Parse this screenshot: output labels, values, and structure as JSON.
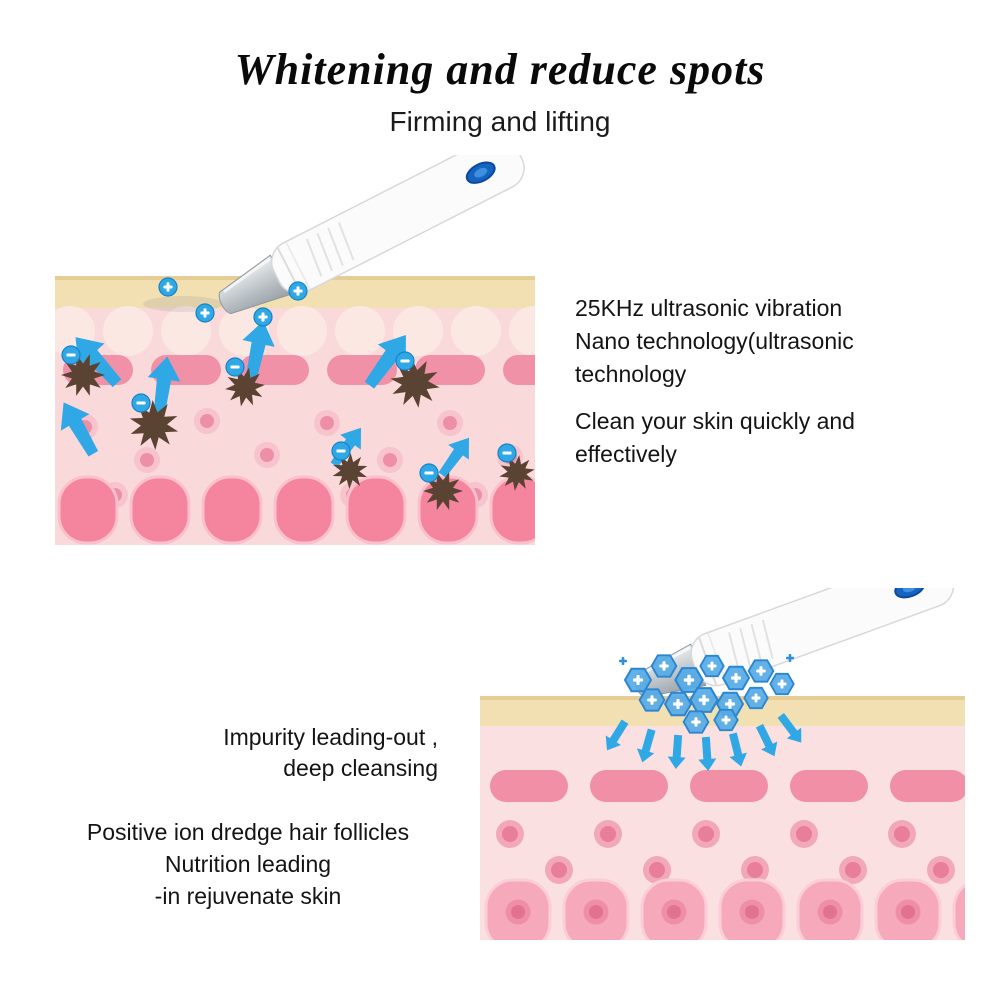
{
  "header": {
    "title": "Whitening and reduce spots",
    "subtitle": "Firming and lifting"
  },
  "top_section": {
    "caption_para1": [
      "25KHz ultrasonic vibration",
      "Nano technology(ultrasonic",
      "technology"
    ],
    "caption_para2": [
      "Clean your skin quickly and",
      "effectively"
    ]
  },
  "bottom_section": {
    "caption_para1": [
      "Impurity leading-out ,",
      "deep cleansing"
    ],
    "caption_para2": [
      "Positive ion dredge hair follicles",
      "Nutrition leading",
      "-in rejuvenate skin"
    ]
  },
  "icons": {
    "negative_ion": "−",
    "positive_ion": "+",
    "up_arrow": "↑",
    "down_arrow": "↓"
  },
  "colors": {
    "arrow_blue": "#2FA8E5",
    "ion_hex_blue": "#55AAE7",
    "impurity_brown": "#5A4332",
    "skin_surface_cream": "#F2DFB2",
    "skin_pink": "#FAD9DB",
    "capsule_pink": "#F191A8",
    "papilla_pink": "#F5849F",
    "device_accent_blue": "#1565C0"
  }
}
